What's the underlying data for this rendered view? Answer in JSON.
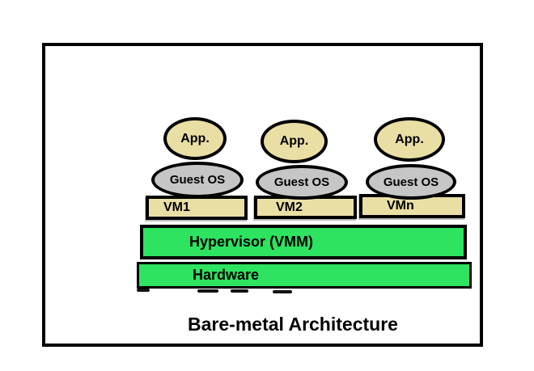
{
  "diagram": {
    "title": "Bare-metal Architecture",
    "columns": [
      {
        "app_label": "App.",
        "guest_os_label": "Guest OS",
        "vm_label": "VM1"
      },
      {
        "app_label": "App.",
        "guest_os_label": "Guest OS",
        "vm_label": "VM2"
      },
      {
        "app_label": "App.",
        "guest_os_label": "Guest OS",
        "vm_label": "VMn"
      }
    ],
    "layers": [
      {
        "label": "Hypervisor (VMM)"
      },
      {
        "label": "Hardware"
      }
    ],
    "colors": {
      "app_fill": "#e9dfa5",
      "vm_fill": "#e9dfa5",
      "guest_os_fill": "#c6c6c6",
      "layer_fill": "#2ee35f",
      "outline": "#000000",
      "background": "#ffffff"
    }
  }
}
